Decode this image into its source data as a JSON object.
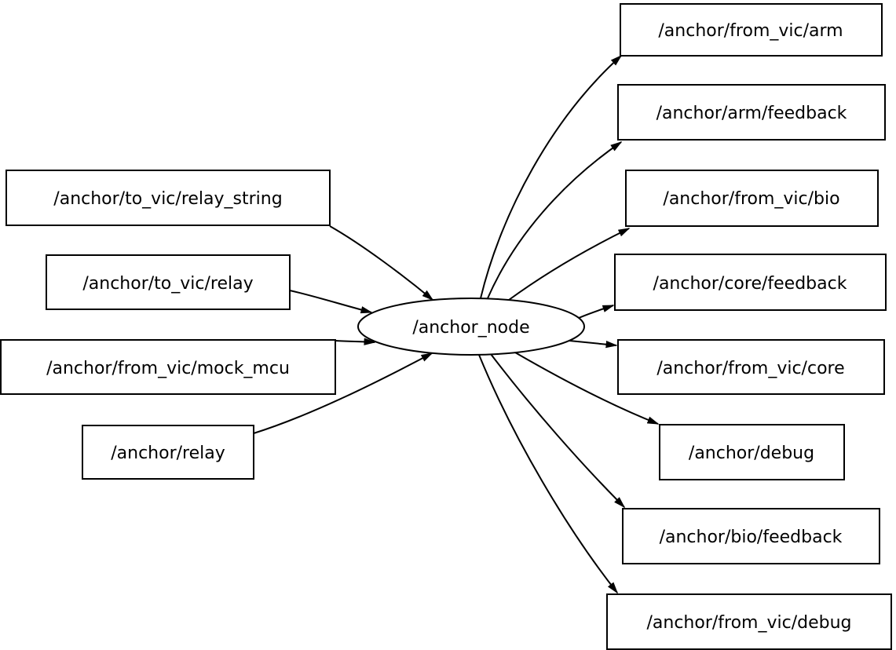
{
  "graph": {
    "center_node": {
      "label": "/anchor_node"
    },
    "publishers": [
      {
        "label": "/anchor/to_vic/relay_string"
      },
      {
        "label": "/anchor/to_vic/relay"
      },
      {
        "label": "/anchor/from_vic/mock_mcu"
      },
      {
        "label": "/anchor/relay"
      }
    ],
    "subscribers": [
      {
        "label": "/anchor/from_vic/arm"
      },
      {
        "label": "/anchor/arm/feedback"
      },
      {
        "label": "/anchor/from_vic/bio"
      },
      {
        "label": "/anchor/core/feedback"
      },
      {
        "label": "/anchor/from_vic/core"
      },
      {
        "label": "/anchor/debug"
      },
      {
        "label": "/anchor/bio/feedback"
      },
      {
        "label": "/anchor/from_vic/debug"
      }
    ],
    "colors": {
      "background": "#ffffff",
      "node_fill": "#ffffff",
      "node_stroke": "#000000",
      "edge_stroke": "#000000",
      "text": "#000000"
    }
  }
}
